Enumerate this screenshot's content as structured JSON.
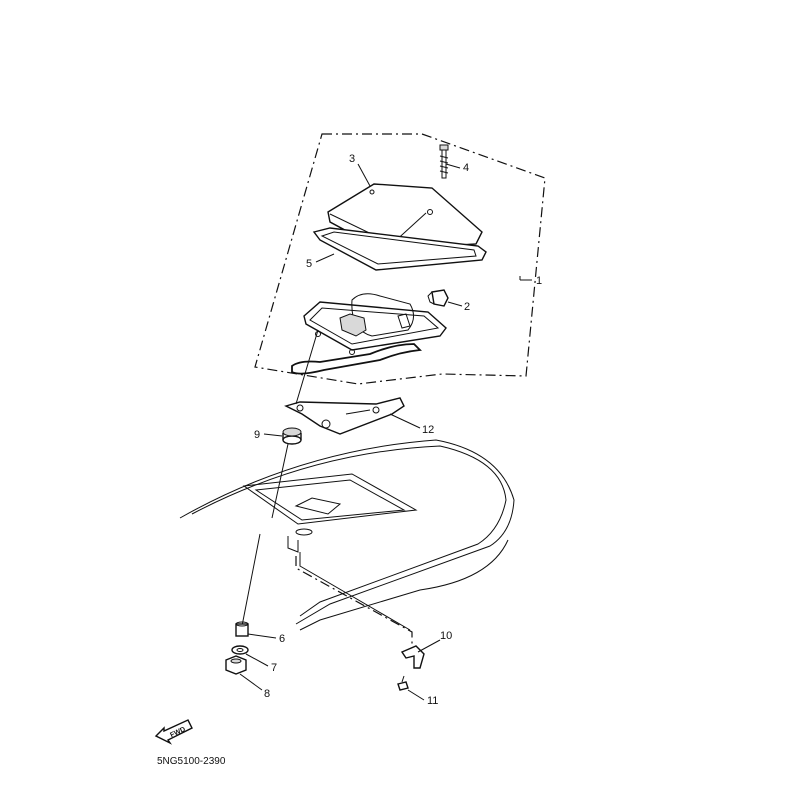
{
  "diagram": {
    "drawing_code": "5NG5100-2390",
    "fwd_label": "FWD",
    "callouts": [
      {
        "id": "c1",
        "number": "1"
      },
      {
        "id": "c2",
        "number": "2"
      },
      {
        "id": "c3",
        "number": "3"
      },
      {
        "id": "c4",
        "number": "4"
      },
      {
        "id": "c5",
        "number": "5"
      },
      {
        "id": "c6",
        "number": "6"
      },
      {
        "id": "c7",
        "number": "7"
      },
      {
        "id": "c8",
        "number": "8"
      },
      {
        "id": "c9",
        "number": "9"
      },
      {
        "id": "c10",
        "number": "10"
      },
      {
        "id": "c11",
        "number": "11"
      },
      {
        "id": "c12",
        "number": "12"
      }
    ]
  }
}
